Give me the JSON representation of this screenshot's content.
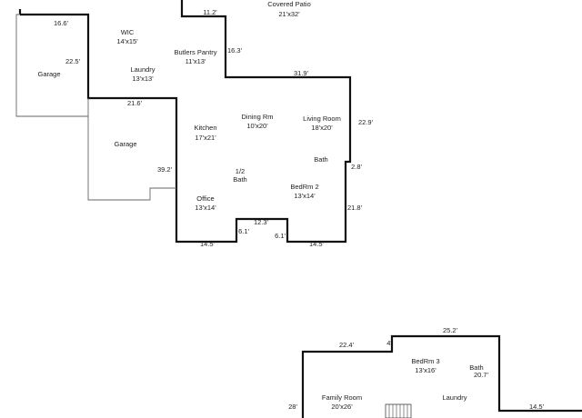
{
  "rooms": {
    "covered_patio": [
      "Covered Patio",
      "21'x32'"
    ],
    "wic": [
      "WIC",
      "14'x15'"
    ],
    "butlers_pantry": [
      "Butlers Pantry",
      "11'x13'"
    ],
    "garage_upper": [
      "Garage"
    ],
    "laundry_main": [
      "Laundry",
      "13'x13'"
    ],
    "kitchen": [
      "Kitchen",
      "17'x21'"
    ],
    "dining_rm": [
      "Dining Rm",
      "10'x20'"
    ],
    "living_room": [
      "Living Room",
      "18'x20'"
    ],
    "garage_lower": [
      "Garage"
    ],
    "bath_main": [
      "Bath"
    ],
    "half_bath": [
      "1/2",
      "Bath"
    ],
    "bedrm_2": [
      "BedRm 2",
      "13'x14'"
    ],
    "office": [
      "Office",
      "13'x14'"
    ],
    "bedrm_3": [
      "BedRm 3",
      "13'x16'"
    ],
    "bath_lower": [
      "Bath"
    ],
    "family_room": [
      "Family Room",
      "20'x26'"
    ],
    "laundry_lower": [
      "Laundry"
    ]
  },
  "dimensions": {
    "d_11_2": "11.2'",
    "d_16_6": "16.6'",
    "d_22_5": "22.5'",
    "d_16_3": "16.3'",
    "d_31_9": "31.9'",
    "d_21_6": "21.6'",
    "d_22_9": "22.9'",
    "d_39_2": "39.2'",
    "d_2_8": "2.8'",
    "d_21_8": "21.8'",
    "d_12_3": "12.3'",
    "d_6_1_a": "6.1'",
    "d_6_1_b": "6.1'",
    "d_14_5_a": "14.5'",
    "d_14_5_b": "14.5'",
    "d_25_2": "25.2'",
    "d_22_4": "22.4'",
    "d_4": "4'",
    "d_20_7": "20.7'",
    "d_28": "28'",
    "d_14_5_c": "14.5'"
  }
}
